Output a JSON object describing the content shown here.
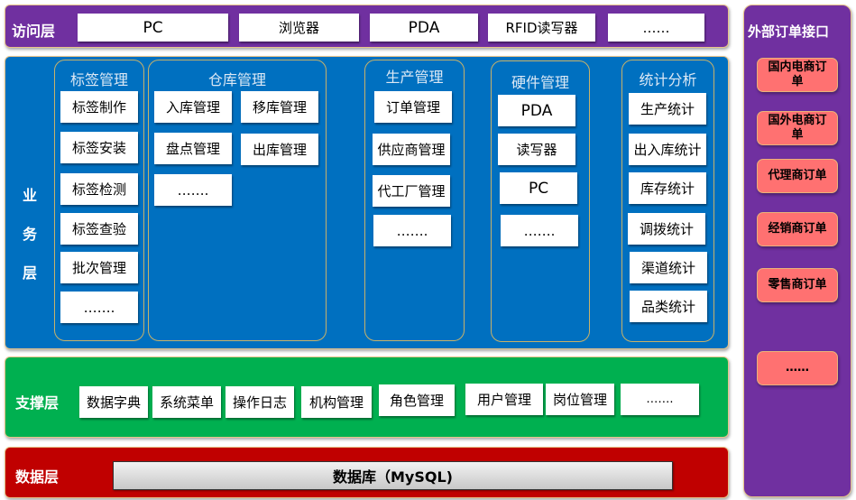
{
  "access_layer": {
    "label": "访问层",
    "items": [
      "PC",
      "浏览器",
      "PDA",
      "RFID读写器",
      "……"
    ]
  },
  "business_layer": {
    "label_chars": [
      "业",
      "务",
      "层"
    ],
    "groups": [
      {
        "title": "标签管理",
        "items": [
          "标签制作",
          "标签安装",
          "标签检测",
          "标签查验",
          "批次管理",
          "……."
        ]
      },
      {
        "title": "仓库管理",
        "items": [
          "入库管理",
          "移库管理",
          "盘点管理",
          "出库管理",
          "……."
        ]
      },
      {
        "title": "生产管理",
        "items": [
          "订单管理",
          "供应商管理",
          "代工厂管理",
          "……."
        ]
      },
      {
        "title": "硬件管理",
        "items": [
          "PDA",
          "读写器",
          "PC",
          "……."
        ]
      },
      {
        "title": "统计分析",
        "items": [
          "生产统计",
          "出入库统计",
          "库存统计",
          "调拨统计",
          "渠道统计",
          "品类统计"
        ]
      }
    ]
  },
  "support_layer": {
    "label": "支撑层",
    "items": [
      "数据字典",
      "系统菜单",
      "操作日志",
      "机构管理",
      "角色管理",
      "用户管理",
      "岗位管理",
      "……."
    ]
  },
  "data_layer": {
    "label": "数据层",
    "database": "数据库（MySQL)"
  },
  "external_interface": {
    "title": "外部订单接口",
    "items": [
      "国内电商订单",
      "国外电商订单",
      "代理商订单",
      "经销商订单",
      "零售商订单",
      "……"
    ]
  },
  "colors": {
    "access": "#7030a0",
    "business": "#0070c0",
    "support": "#00b050",
    "data": "#c00000",
    "external": "#7030a0",
    "external_item": "#ff7171"
  }
}
